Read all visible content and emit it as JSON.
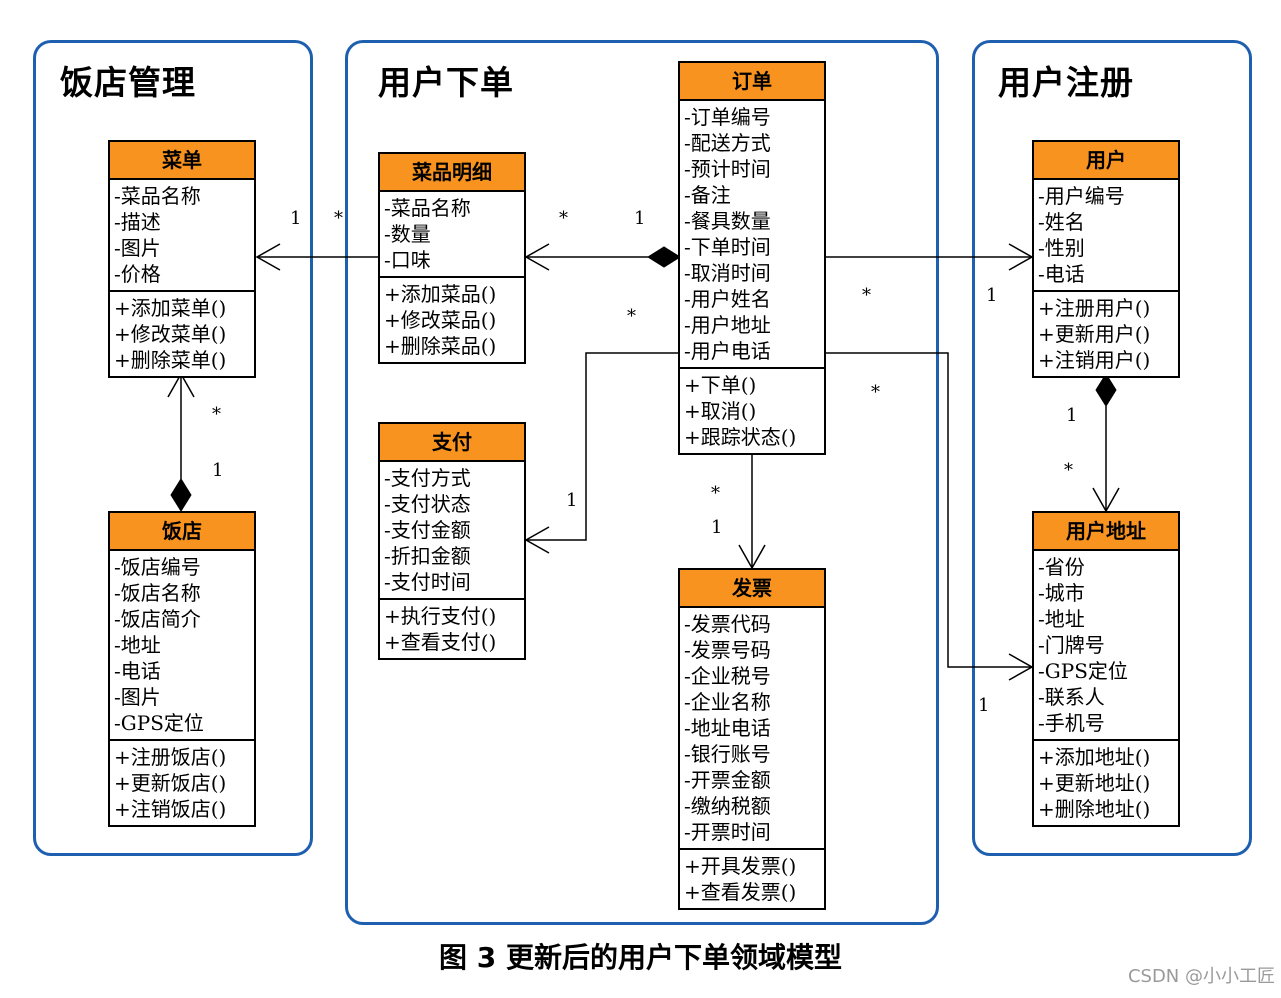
{
  "regions": {
    "restaurant_mgmt": "饭店管理",
    "user_order": "用户下单",
    "user_register": "用户注册"
  },
  "classes": {
    "menu": {
      "name": "菜单",
      "attrs": [
        "-菜品名称",
        "-描述",
        "-图片",
        "-价格"
      ],
      "ops": [
        "+添加菜单()",
        "+修改菜单()",
        "+删除菜单()"
      ]
    },
    "restaurant": {
      "name": "饭店",
      "attrs": [
        "-饭店编号",
        "-饭店名称",
        "-饭店简介",
        "-地址",
        "-电话",
        "-图片",
        "-GPS定位"
      ],
      "ops": [
        "+注册饭店()",
        "+更新饭店()",
        "+注销饭店()"
      ]
    },
    "dish_detail": {
      "name": "菜品明细",
      "attrs": [
        "-菜品名称",
        "-数量",
        "-口味"
      ],
      "ops": [
        "+添加菜品()",
        "+修改菜品()",
        "+删除菜品()"
      ]
    },
    "payment": {
      "name": "支付",
      "attrs": [
        "-支付方式",
        "-支付状态",
        "-支付金额",
        "-折扣金额",
        "-支付时间"
      ],
      "ops": [
        "+执行支付()",
        "+查看支付()"
      ]
    },
    "order": {
      "name": "订单",
      "attrs": [
        "-订单编号",
        "-配送方式",
        "-预计时间",
        "-备注",
        "-餐具数量",
        "-下单时间",
        "-取消时间",
        "-用户姓名",
        "-用户地址",
        "-用户电话"
      ],
      "ops": [
        "+下单()",
        "+取消()",
        "+跟踪状态()"
      ]
    },
    "invoice": {
      "name": "发票",
      "attrs": [
        "-发票代码",
        "-发票号码",
        "-企业税号",
        "-企业名称",
        "-地址电话",
        "-银行账号",
        "-开票金额",
        "-缴纳税额",
        "-开票时间"
      ],
      "ops": [
        "+开具发票()",
        "+查看发票()"
      ]
    },
    "user": {
      "name": "用户",
      "attrs": [
        "-用户编号",
        "-姓名",
        "-性别",
        "-电话"
      ],
      "ops": [
        "+注册用户()",
        "+更新用户()",
        "+注销用户()"
      ]
    },
    "user_address": {
      "name": "用户地址",
      "attrs": [
        "-省份",
        "-城市",
        "-地址",
        "-门牌号",
        "-GPS定位",
        "-联系人",
        "-手机号"
      ],
      "ops": [
        "+添加地址()",
        "+更新地址()",
        "+删除地址()"
      ]
    }
  },
  "multiplicities": {
    "dish_menu_one": "1",
    "dish_menu_many": "*",
    "order_dish_many": "*",
    "order_dish_one": "1",
    "order_payment_many": "*",
    "order_payment_one": "1",
    "restaurant_menu_many": "*",
    "restaurant_menu_one": "1",
    "order_user_many": "*",
    "order_user_one": "1",
    "order_address_many": "*",
    "order_address_one": "1",
    "user_address_one": "1",
    "user_address_many": "*",
    "order_invoice_many": "*",
    "order_invoice_one": "1"
  },
  "caption": "图 3 更新后的用户下单领域模型",
  "watermark": "CSDN @小小工匠",
  "colors": {
    "class_header": "#f7931e",
    "region_border": "#1f5fb0"
  }
}
